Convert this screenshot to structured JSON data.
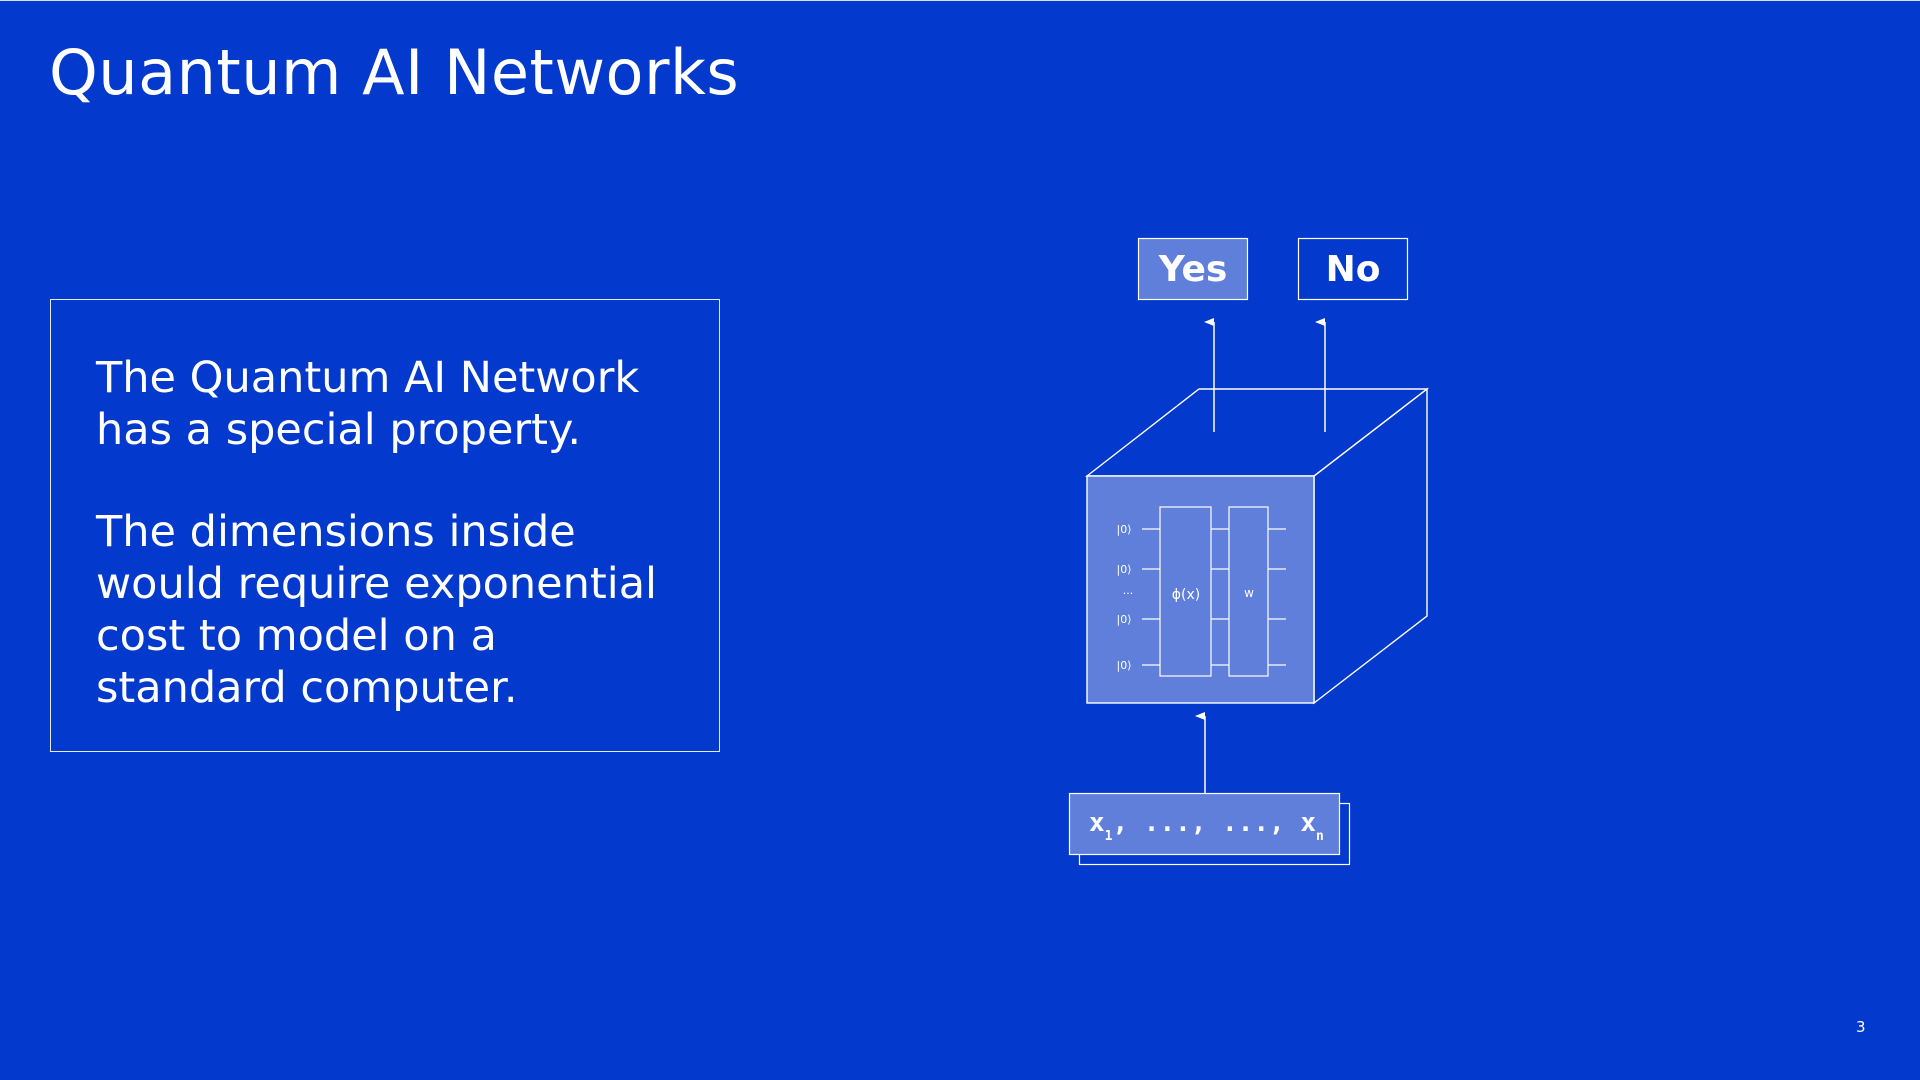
{
  "slide": {
    "title": "Quantum AI Networks",
    "page_number": "3"
  },
  "text_box": {
    "paragraph_1": "The Quantum AI Network has a special property.",
    "paragraph_2": "The dimensions inside would require exponential cost to model on a standard computer."
  },
  "diagram": {
    "outputs": {
      "yes_label": "Yes",
      "no_label": "No"
    },
    "circuit": {
      "qubits": [
        "|0⟩",
        "|0⟩",
        "···",
        "|0⟩",
        "|0⟩"
      ],
      "feature_map_label": "ϕ(x)",
      "weights_label": "w"
    },
    "input": {
      "first_symbol": "x",
      "first_subscript": "1",
      "separators": ", ..., ..., ",
      "last_symbol": "x",
      "last_subscript": "n"
    }
  },
  "colors": {
    "background": "#0339CC",
    "panel_fill": "#5F7FDB",
    "line": "#FFFFFF"
  }
}
